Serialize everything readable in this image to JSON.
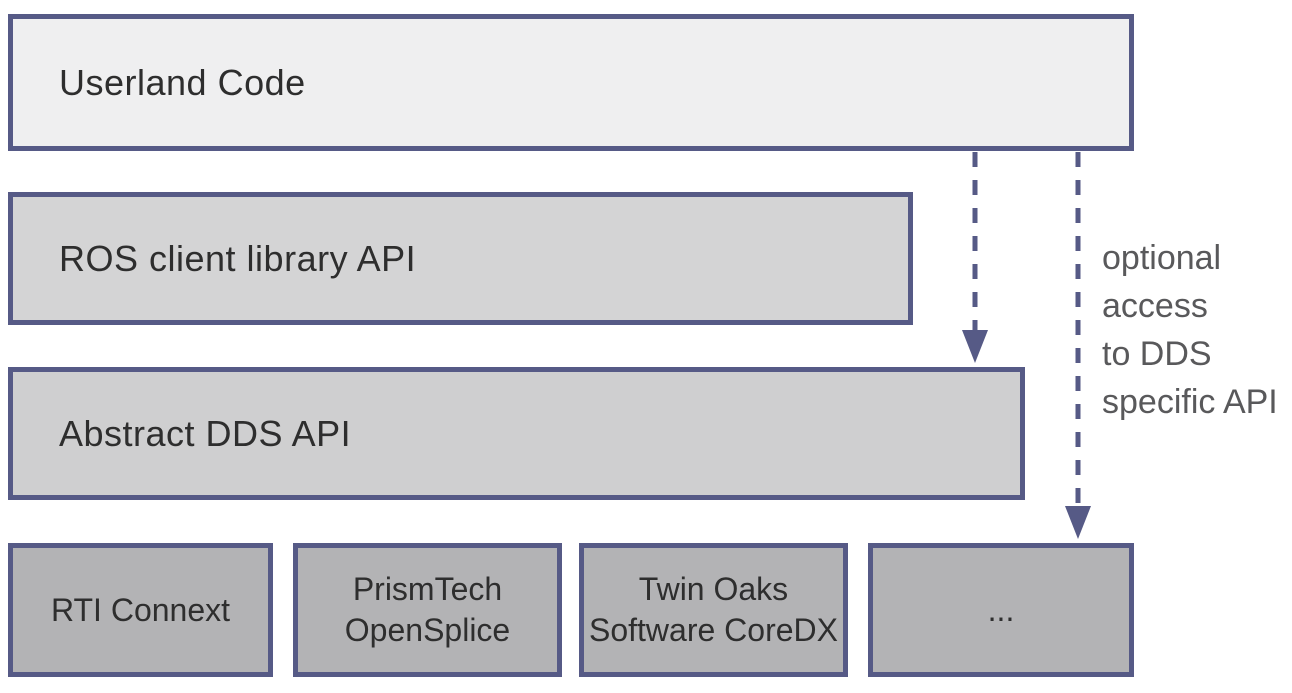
{
  "colors": {
    "background": "#ffffff",
    "border": "#565a86",
    "arrow": "#565a86",
    "box_userland_bg": "#efeff0",
    "box_mid_bg": "#d4d4d5",
    "box_dds_bg": "#cfcfd0",
    "box_vendor_bg": "#b3b3b5",
    "label_text": "#2e2e2e",
    "annotation_text": "#59595b"
  },
  "layers": {
    "userland": {
      "label": "Userland Code"
    },
    "ros_client": {
      "label": "ROS client library API"
    },
    "abstract_dds": {
      "label": "Abstract DDS API"
    }
  },
  "vendors": [
    {
      "lines": [
        "RTI Connext"
      ]
    },
    {
      "lines": [
        "PrismTech",
        "OpenSplice"
      ]
    },
    {
      "lines": [
        "Twin Oaks",
        "Software CoreDX"
      ]
    },
    {
      "lines": [
        "..."
      ]
    }
  ],
  "annotation": {
    "lines": [
      "optional",
      "access",
      "to DDS",
      "specific API"
    ]
  }
}
